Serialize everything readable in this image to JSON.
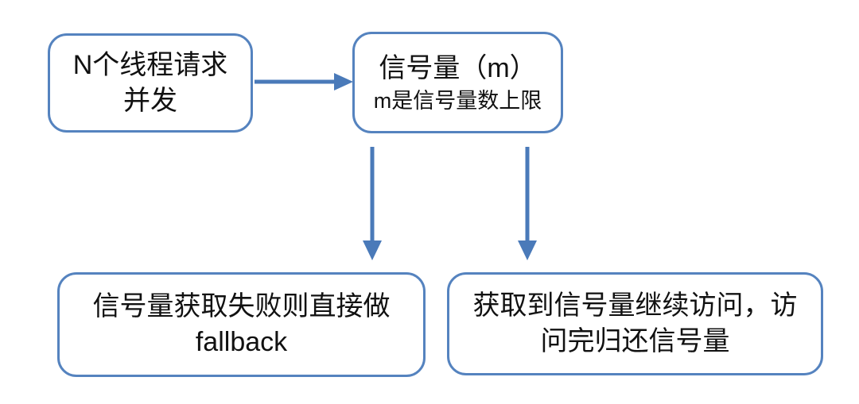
{
  "colors": {
    "background": "#ffffff",
    "box_border": "#5583bf",
    "arrow": "#4a7ab9",
    "text": "#111111"
  },
  "diagram": {
    "type": "flowchart",
    "topic": "semaphore concurrency limiting",
    "nodes": {
      "threads": {
        "lines": [
          "N个线程请求",
          "并发"
        ]
      },
      "semaphore": {
        "title": "信号量（m）",
        "subtitle": "m是信号量数上限"
      },
      "fallback": {
        "lines": [
          "信号量获取失败则直接做",
          "fallback"
        ]
      },
      "acquired": {
        "lines": [
          "获取到信号量继续访问，访",
          "问完归还信号量"
        ]
      }
    },
    "edges": [
      {
        "from": "threads",
        "to": "semaphore",
        "direction": "right"
      },
      {
        "from": "semaphore",
        "to": "fallback",
        "direction": "down"
      },
      {
        "from": "semaphore",
        "to": "acquired",
        "direction": "down"
      }
    ]
  }
}
